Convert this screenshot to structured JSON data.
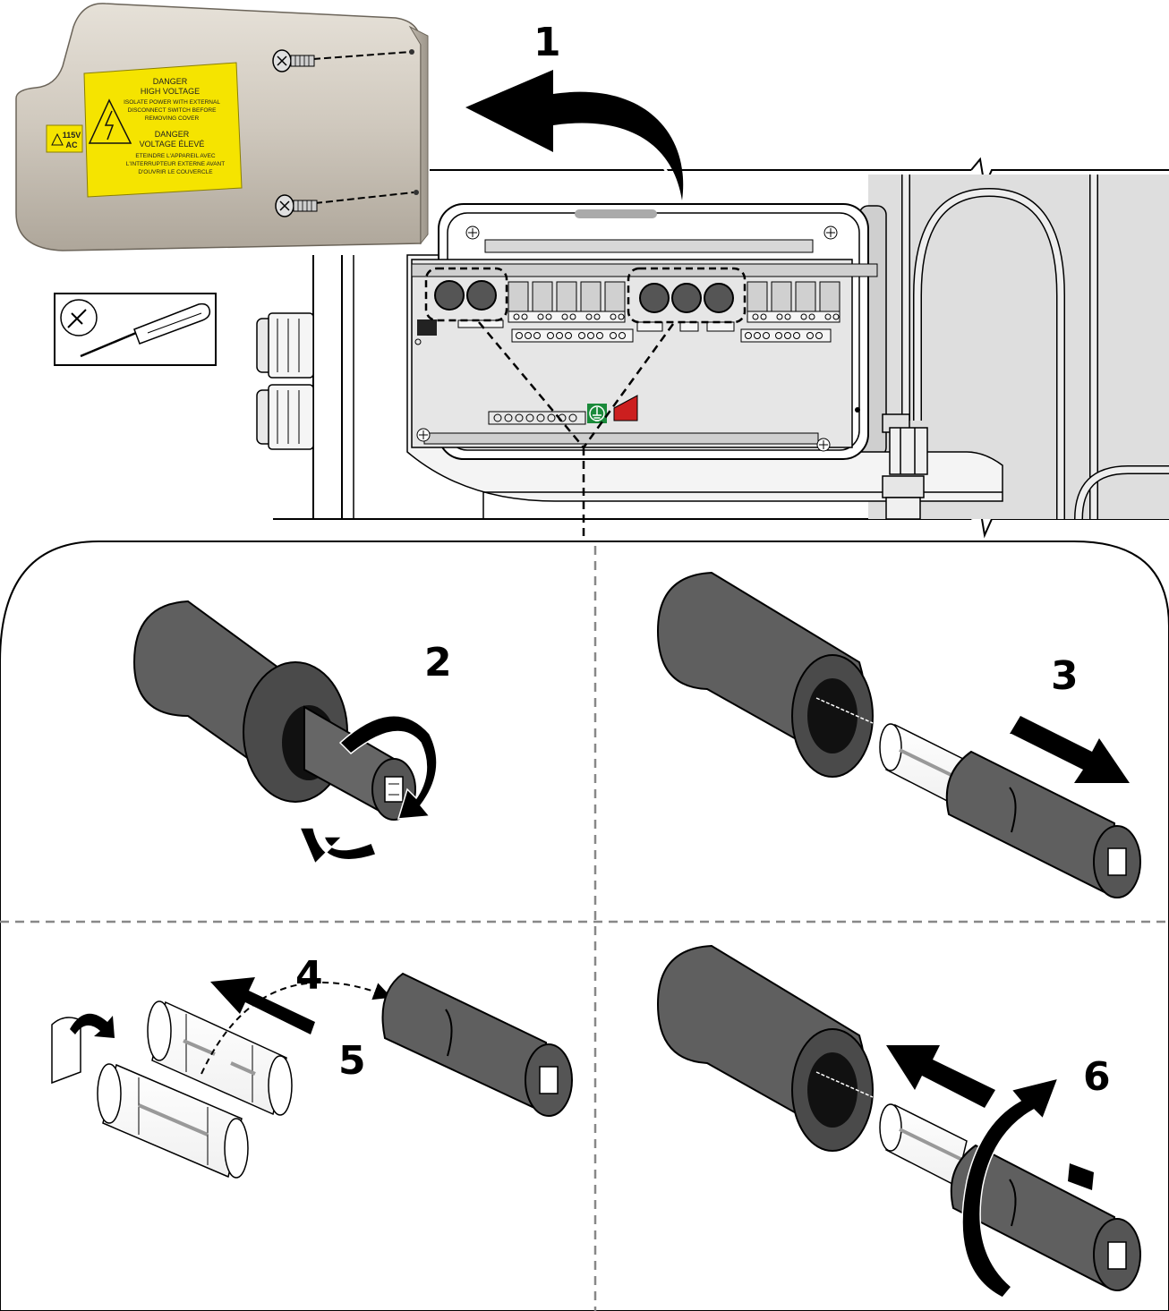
{
  "cover_label": {
    "line1": "DANGER",
    "line2": "HIGH VOLTAGE",
    "line3": "ISOLATE POWER WITH EXTERNAL",
    "line4": "DISCONNECT SWITCH BEFORE",
    "line5": "REMOVING COVER",
    "line6": "DANGER",
    "line7": "VOLTAGE ÉLEVÉ",
    "line8": "ETEINDRE L'APPAREIL AVEC",
    "line9": "L'INTERRUPTEUR EXTERNE AVANT",
    "line10": "D'OUVRIR LE COUVERCLE"
  },
  "voltage_badge": {
    "value": "115V",
    "unit": "AC"
  },
  "steps": {
    "s1": "1",
    "s2": "2",
    "s3": "3",
    "s4": "4",
    "s5": "5",
    "s6": "6"
  },
  "colors": {
    "cover": "#cdc7bd",
    "label": "#f5e400",
    "fuse_holder": "#5f5f5f",
    "panel": "#dcdcdc",
    "ground": "#1a8a3a",
    "red_marker": "#cc1f1f"
  },
  "icons": [
    "screwdriver-icon",
    "rotate-arrow-icon",
    "pull-arrow-icon",
    "curved-arrow-icon"
  ]
}
